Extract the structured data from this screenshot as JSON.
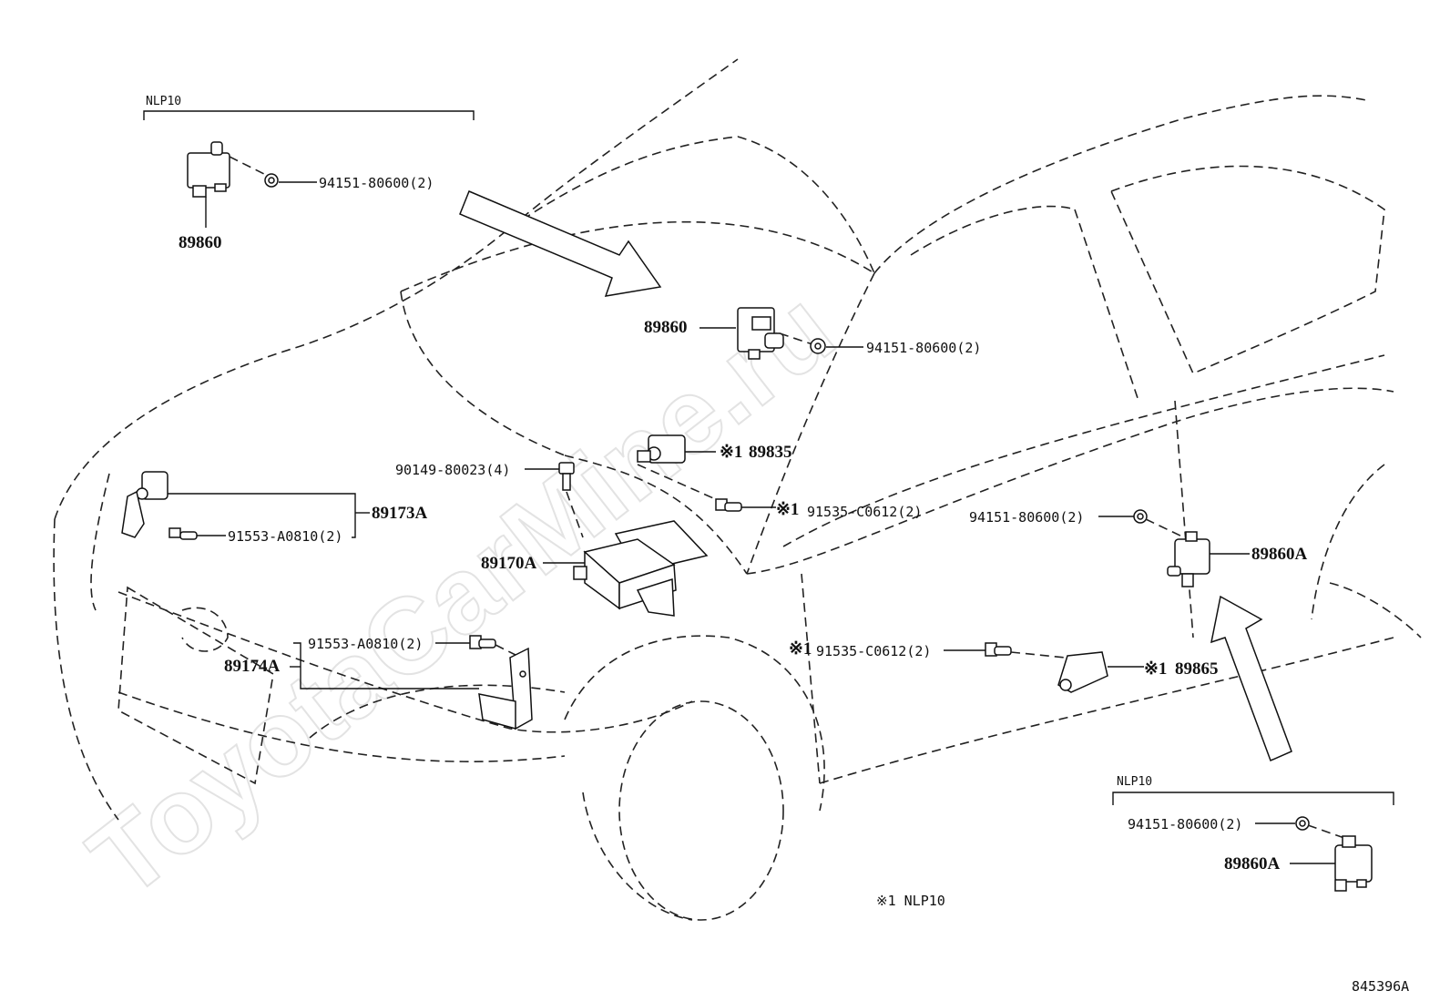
{
  "labels": {
    "nlp10_top": "NLP10",
    "nlp10_bottom": "NLP10",
    "p89860_top": "89860",
    "p89860_mid": "89860",
    "bolt_94151_a": "94151-80600(2)",
    "bolt_94151_b": "94151-80600(2)",
    "bolt_94151_c": "94151-80600(2)",
    "bolt_94151_d": "94151-80600(2)",
    "p89835": "89835",
    "note_89835": "※1",
    "bolt_90149": "90149-80023(4)",
    "p89173a": "89173A",
    "bolt_91553_a": "91553-A0810(2)",
    "bolt_91553_b": "91553-A0810(2)",
    "p89170a": "89170A",
    "bolt_91535_a": "91535-C0612(2)",
    "note_91535_a": "※1",
    "bolt_91535_b": "91535-C0612(2)",
    "note_91535_b": "※1",
    "p89860a_right": "89860A",
    "p89860a_bottom": "89860A",
    "p89174a": "89174A",
    "p89865": "89865",
    "note_89865": "※1",
    "footnote": "※1 NLP10",
    "drawing_no": "845396A",
    "watermark": "ToyotaCarMine.ru"
  },
  "icons": [
    "arrow-icon",
    "sensor-icon",
    "nut-icon",
    "bolt-icon",
    "ecu-icon",
    "bracket-icon"
  ]
}
